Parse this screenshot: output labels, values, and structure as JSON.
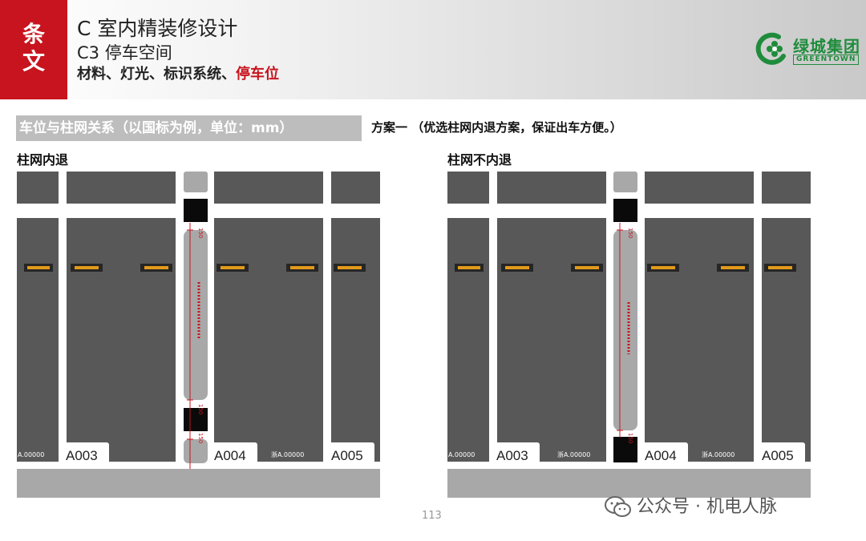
{
  "header": {
    "section_char1": "条",
    "section_char2": "文",
    "title": "C 室内精装修设计",
    "subtitle": "C3 停车空间",
    "breadcrumb_prefix": "材料、灯光、标识系统、",
    "breadcrumb_highlight": "停车位",
    "logo_cn": "绿城集团",
    "logo_en": "GREENTOWN",
    "accent_color": "#c8141e",
    "logo_color": "#1f8c3c"
  },
  "content": {
    "bar_title": "车位与柱网关系（以国标为例，单位：mm）",
    "plan_title": "方案一 （优选柱网内退方案，保证出车方便。）",
    "left_label": "柱网内退",
    "right_label": "柱网不内退"
  },
  "left_diagram": {
    "spots": [
      "A003",
      "A004",
      "A005"
    ],
    "small_labels": [
      "A.00000",
      "浙A.00000"
    ],
    "dim_labels": [
      "150",
      "150",
      "150"
    ]
  },
  "right_diagram": {
    "spots": [
      "A003",
      "A004",
      "A005"
    ],
    "small_labels": [
      "A.00000",
      "浙A.00000",
      "浙A.00000"
    ],
    "dim_labels": [
      "150",
      "150"
    ]
  },
  "footer": {
    "page_number": "113",
    "watermark": "公众号 · 机电人脉"
  }
}
